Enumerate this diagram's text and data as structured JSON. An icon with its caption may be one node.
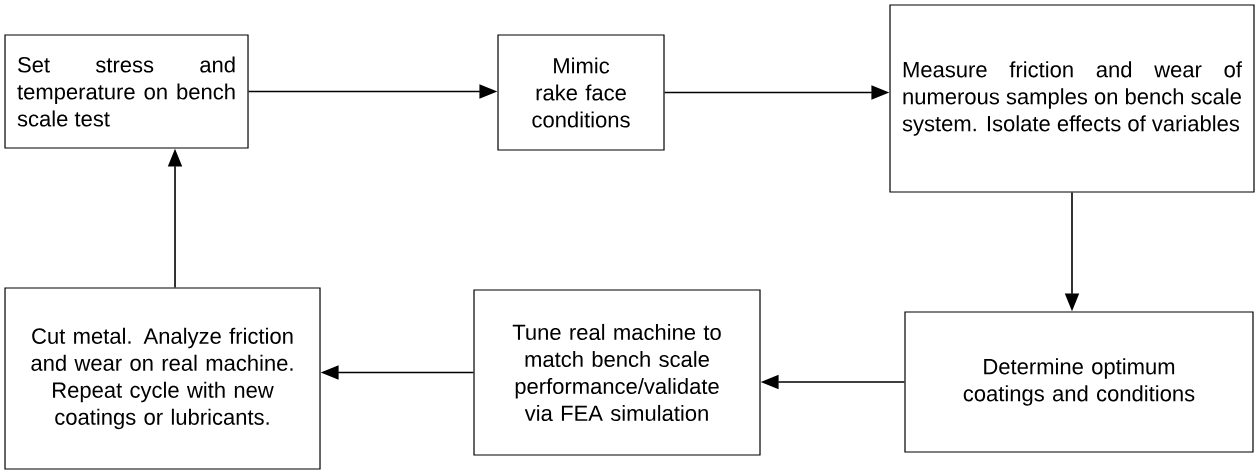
{
  "diagram": {
    "nodes": [
      {
        "text": [
          "Set stress and temperature on bench scale test"
        ]
      },
      {
        "text": [
          "Mimic rake face conditions"
        ]
      },
      {
        "text": [
          "Measure friction and wear of numerous samples on bench scale system. Isolate effects of variables"
        ]
      },
      {
        "text": [
          "Determine optimum coatings and conditions"
        ]
      },
      {
        "text": [
          "Tune real machine to match bench scale performance/validate via FEA simulation"
        ]
      },
      {
        "text": [
          "Cut metal. Analyze friction and wear on real machine.  Repeat cycle with new coatings or lubricants."
        ]
      }
    ],
    "edges": [
      {
        "from": 0,
        "to": 1,
        "arrow": "to"
      },
      {
        "from": 1,
        "to": 2,
        "arrow": "to"
      },
      {
        "from": 2,
        "to": 3,
        "arrow": "to"
      },
      {
        "from": 3,
        "to": 4,
        "arrow": "to"
      },
      {
        "from": 4,
        "to": 5,
        "arrow": "to"
      },
      {
        "from": 5,
        "to": 0,
        "arrow": "to"
      }
    ]
  }
}
